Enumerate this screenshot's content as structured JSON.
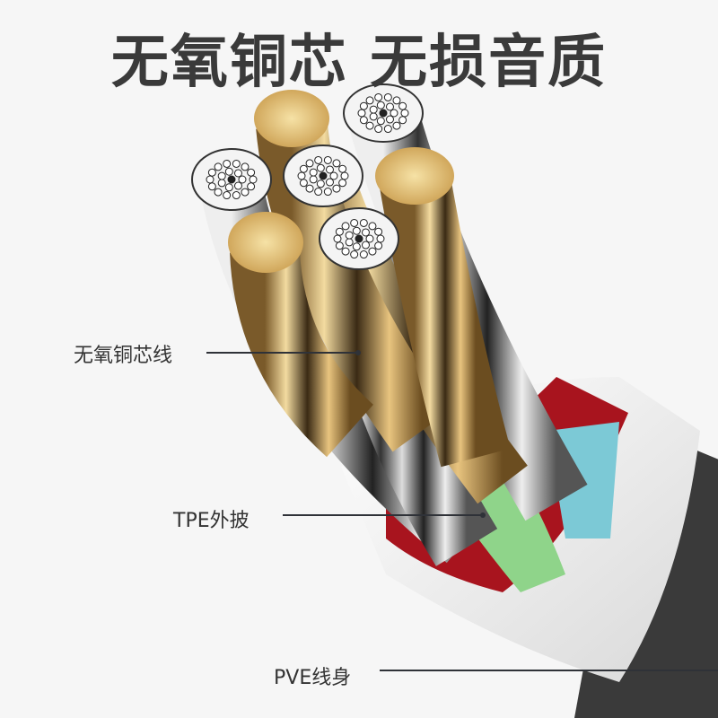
{
  "headline": "无氧铜芯 无损音质",
  "labels": {
    "copper_core": "无氧铜芯线",
    "tpe_coating": "TPE外披",
    "pve_body": "PVE线身"
  },
  "colors": {
    "background": "#f6f6f6",
    "copper": "#d9b36a",
    "green_insulation": "#8fd48a",
    "red_insulation": "#a8141e",
    "teal_insulation": "#7cc9d6",
    "jacket": "#f2f2f2",
    "cable_body": "#3a3a3a"
  }
}
